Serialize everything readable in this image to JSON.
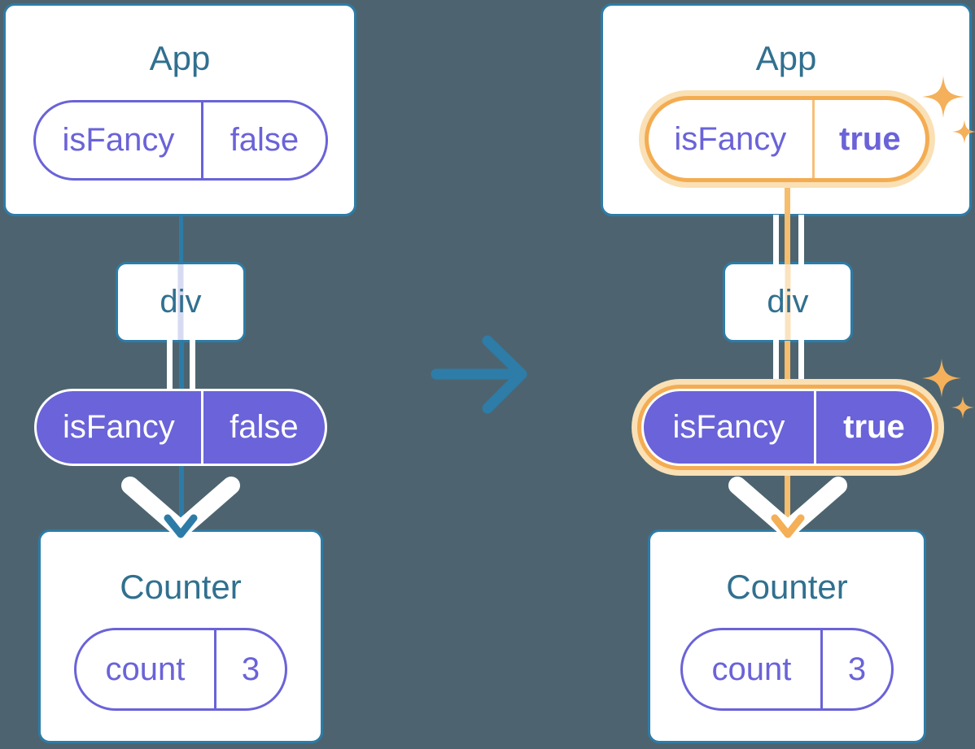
{
  "diagram": {
    "description": "React props flow through a component tree: left tree before update (isFancy=false), right tree after update (isFancy=true) with highlighted prop path",
    "left_tree": {
      "app": {
        "title": "App",
        "prop_name": "isFancy",
        "prop_value": "false"
      },
      "div": {
        "label": "div"
      },
      "passed_prop": {
        "prop_name": "isFancy",
        "prop_value": "false"
      },
      "counter": {
        "title": "Counter",
        "state_name": "count",
        "state_value": "3"
      }
    },
    "right_tree": {
      "app": {
        "title": "App",
        "prop_name": "isFancy",
        "prop_value": "true"
      },
      "div": {
        "label": "div"
      },
      "passed_prop": {
        "prop_name": "isFancy",
        "prop_value": "true"
      },
      "counter": {
        "title": "Counter",
        "state_name": "count",
        "state_value": "3"
      }
    },
    "colors": {
      "background": "#4D6470",
      "card_fill": "#FFFFFF",
      "card_border_teal": "#2D7CA7",
      "title_text_teal": "#31708F",
      "purple": "#6A63D9",
      "purple_text": "#6A63D8",
      "lavender_stripe": "#D7DBF2",
      "peach_stripe": "#FBE3C0",
      "orange_ring": "#F4AC52",
      "orange_glow": "#FAE0B5",
      "orange_line": "#F6BD6C",
      "orange_arrow": "#F4AF57",
      "sparkle": "#F4B05A",
      "transition_arrow": "#2E7CA8",
      "pipe_white": "#FFFFFF"
    }
  }
}
